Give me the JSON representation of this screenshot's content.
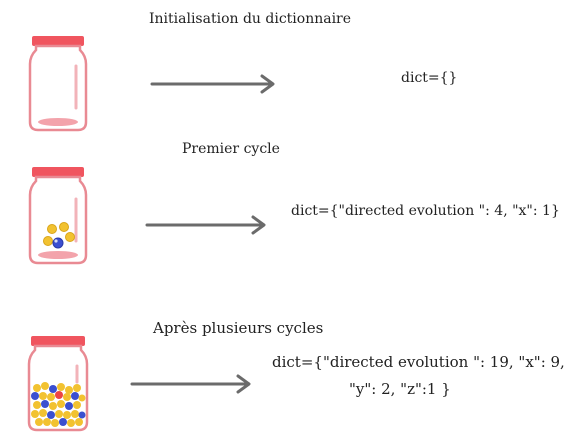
{
  "stages": [
    {
      "title": "Initialisation du dictionnaire",
      "dict_line1": "dict={}",
      "dict_line2": ""
    },
    {
      "title": "Premier cycle",
      "dict_line1": "dict={\"directed evolution \": 4, \"x\": 1}",
      "dict_line2": ""
    },
    {
      "title": "Après plusieurs cycles",
      "dict_line1": "dict={\"directed evolution \": 19, \"x\": 9,",
      "dict_line2": "\"y\": 2, \"z\":1 }"
    }
  ],
  "colors": {
    "jar_lid": "#f0555f",
    "jar_outline": "#e98a93",
    "jar_bottom": "#f3a3ab",
    "arrow": "#6b6b6b",
    "ball_gold": "#f2c230",
    "ball_blue": "#3b4fd0",
    "ball_red": "#e44"
  },
  "icons": [
    "jar-empty-icon",
    "jar-few-balls-icon",
    "jar-full-icon",
    "arrow-right-icon"
  ]
}
